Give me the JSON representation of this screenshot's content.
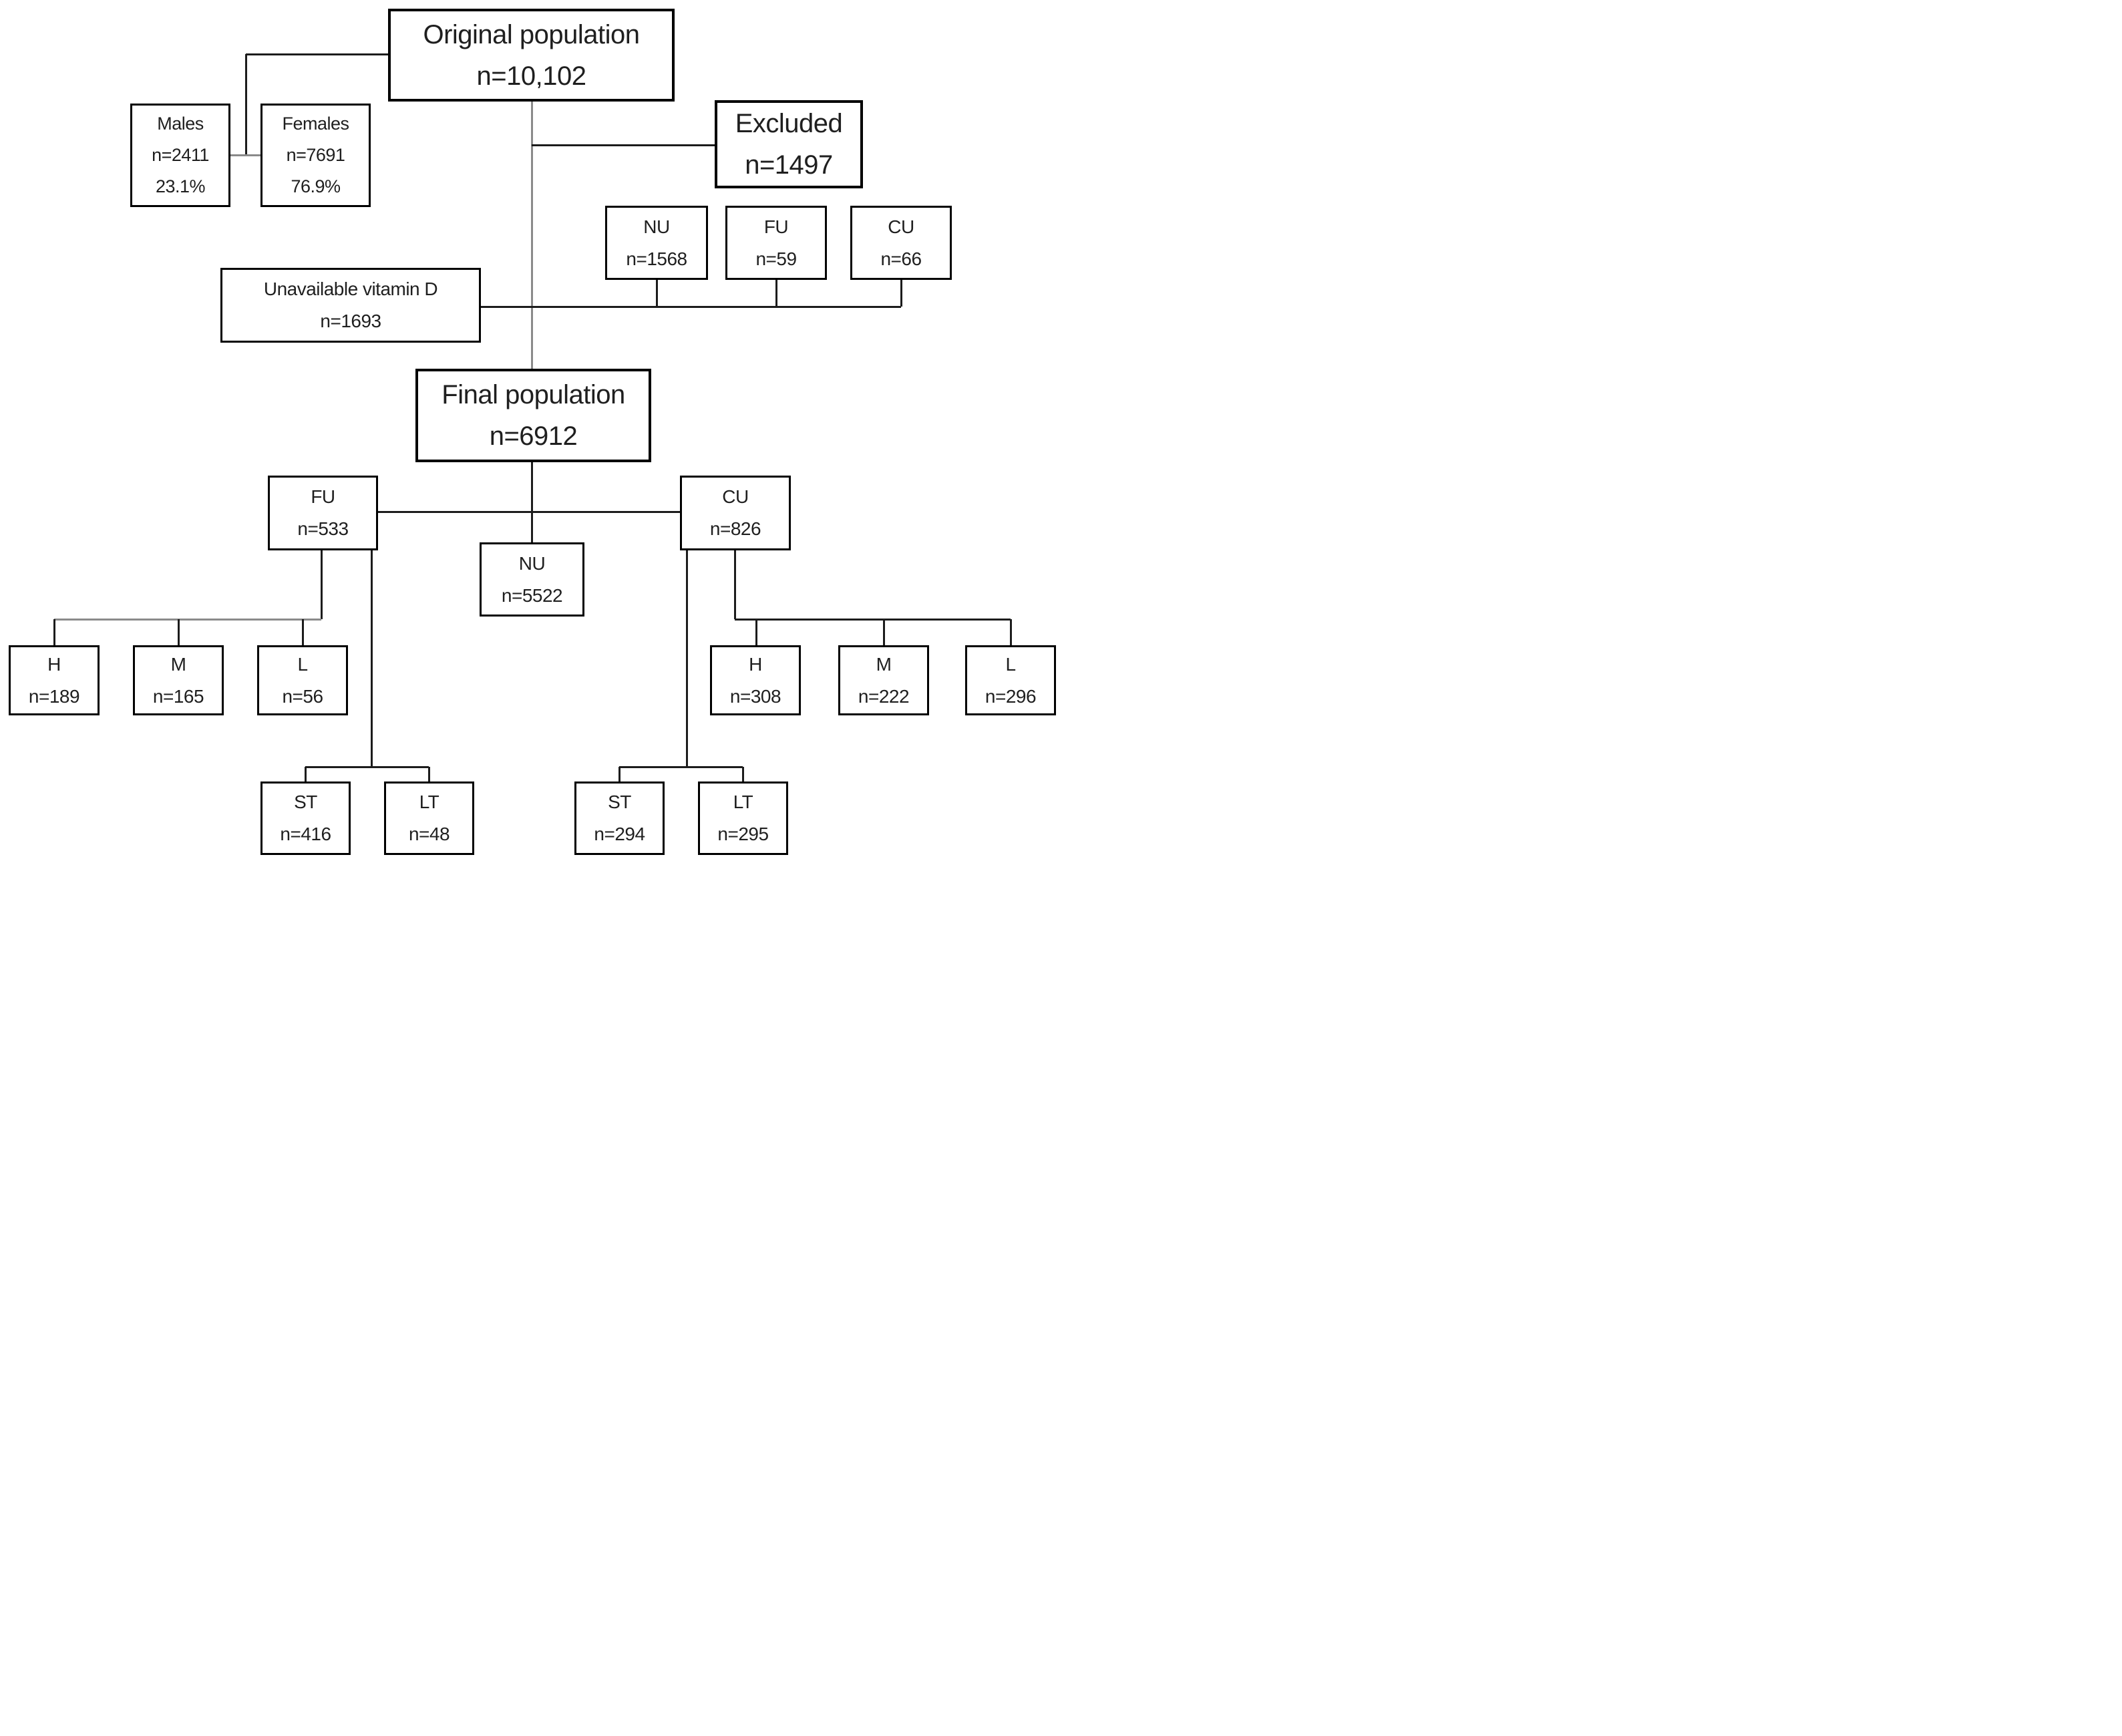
{
  "figure": {
    "background": "#ffffff",
    "box_border_color": "#000000",
    "line_color": "#1c1c1c",
    "grey_line_color": "#8a8a8a",
    "text_color": "#1f1f1f"
  },
  "nodes": {
    "original_population": {
      "label": "Original population",
      "count": "n=10,102"
    },
    "males": {
      "label": "Males",
      "count": "n=2411",
      "percent": "23.1%"
    },
    "females": {
      "label": "Females",
      "count": "n=7691",
      "percent": "76.9%"
    },
    "excluded": {
      "label": "Excluded",
      "count": "n=1497"
    },
    "excluded_nu": {
      "label": "NU",
      "count": "n=1568"
    },
    "excluded_fu": {
      "label": "FU",
      "count": "n=59"
    },
    "excluded_cu": {
      "label": "CU",
      "count": "n=66"
    },
    "unavailable_vitamin_d": {
      "label": "Unavailable vitamin D",
      "count": "n=1693"
    },
    "final_population": {
      "label": "Final population",
      "count": "n=6912"
    },
    "fu": {
      "label": "FU",
      "count": "n=533"
    },
    "cu": {
      "label": "CU",
      "count": "n=826"
    },
    "nu": {
      "label": "NU",
      "count": "n=5522"
    },
    "fu_h": {
      "label": "H",
      "count": "n=189"
    },
    "fu_m": {
      "label": "M",
      "count": "n=165"
    },
    "fu_l": {
      "label": "L",
      "count": "n=56"
    },
    "cu_h": {
      "label": "H",
      "count": "n=308"
    },
    "cu_m": {
      "label": "M",
      "count": "n=222"
    },
    "cu_l": {
      "label": "L",
      "count": "n=296"
    },
    "fu_st": {
      "label": "ST",
      "count": "n=416"
    },
    "fu_lt": {
      "label": "LT",
      "count": "n=48"
    },
    "cu_st": {
      "label": "ST",
      "count": "n=294"
    },
    "cu_lt": {
      "label": "LT",
      "count": "n=295"
    }
  }
}
